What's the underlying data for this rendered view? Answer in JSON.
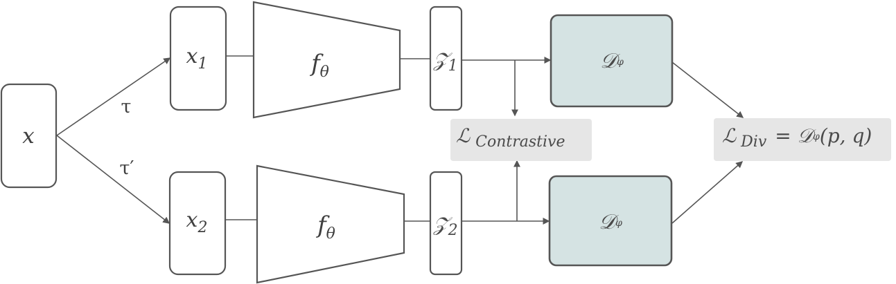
{
  "diagram": {
    "input": {
      "label": "x"
    },
    "augmentations": {
      "top": "τ",
      "bottom": "τ′"
    },
    "views": {
      "top": {
        "base": "x",
        "sub": "1"
      },
      "bottom": {
        "base": "x",
        "sub": "2"
      }
    },
    "encoders": {
      "top": {
        "base": "f",
        "sub": "θ"
      },
      "bottom": {
        "base": "f",
        "sub": "θ"
      }
    },
    "embeddings": {
      "top": {
        "base": "𝒵",
        "sub": "1"
      },
      "bottom": {
        "base": "𝒵",
        "sub": "2"
      }
    },
    "discriminators": {
      "top": {
        "base": "𝒟",
        "sub": "φ"
      },
      "bottom": {
        "base": "𝒟",
        "sub": "φ"
      }
    },
    "losses": {
      "contrastive": {
        "symbol": "ℒ",
        "sub": "Contrastive"
      },
      "divergence": {
        "symbol": "ℒ",
        "sub": "Div",
        "rhs_prefix": "= ",
        "rhs_symbol": "𝒟",
        "rhs_sub": "φ",
        "rhs_args": "(p, q)"
      }
    }
  }
}
